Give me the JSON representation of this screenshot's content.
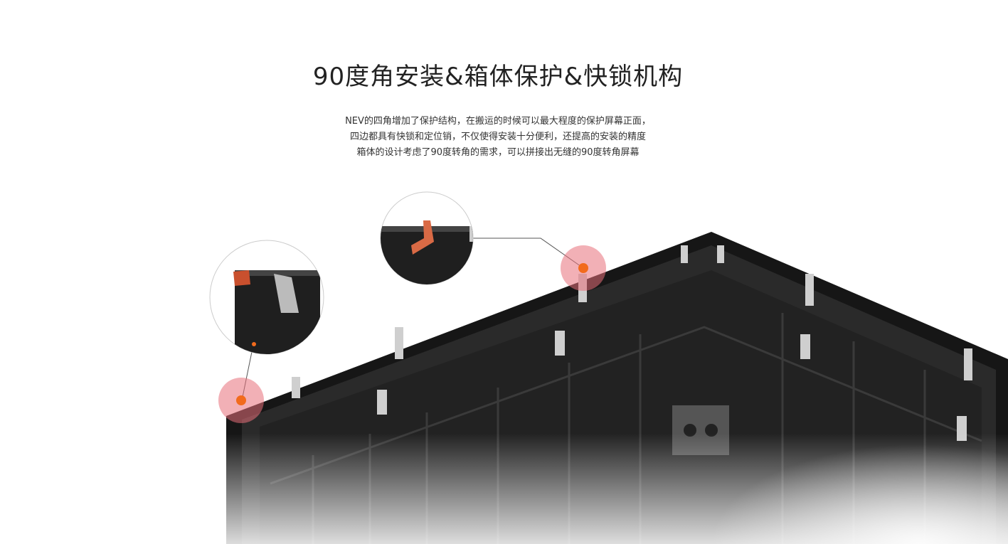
{
  "title": "90度角安装&箱体保护&快锁机构",
  "description": [
    "NEV的四角增加了保护结构，在搬运的时候可以最大程度的保护屏幕正面，",
    "四边都具有快锁和定位销，不仅使得安装十分便利，还提高的安装的精度",
    "箱体的设计考虑了90度转角的需求，可以拼接出无缝的90度转角屏幕"
  ],
  "colors": {
    "accent": "#f26b1d",
    "highlight": "#e8707a",
    "cabinet": "#1e1e1e"
  }
}
